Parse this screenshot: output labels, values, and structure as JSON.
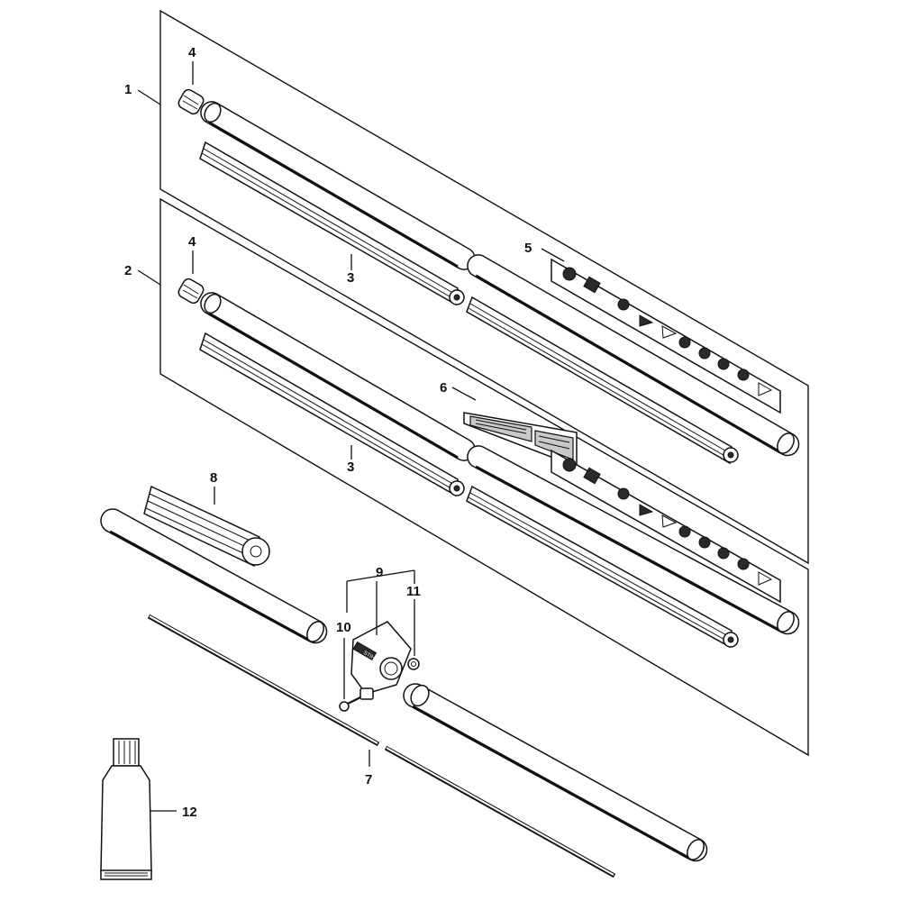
{
  "callouts": {
    "c1": "1",
    "c2": "2",
    "c3a": "3",
    "c3b": "3",
    "c4a": "4",
    "c4b": "4",
    "c5": "5",
    "c6": "6",
    "c7": "7",
    "c8": "8",
    "c9": "9",
    "c10": "10",
    "c11": "11",
    "c12": "12"
  },
  "clamp_brand": "STIHL"
}
